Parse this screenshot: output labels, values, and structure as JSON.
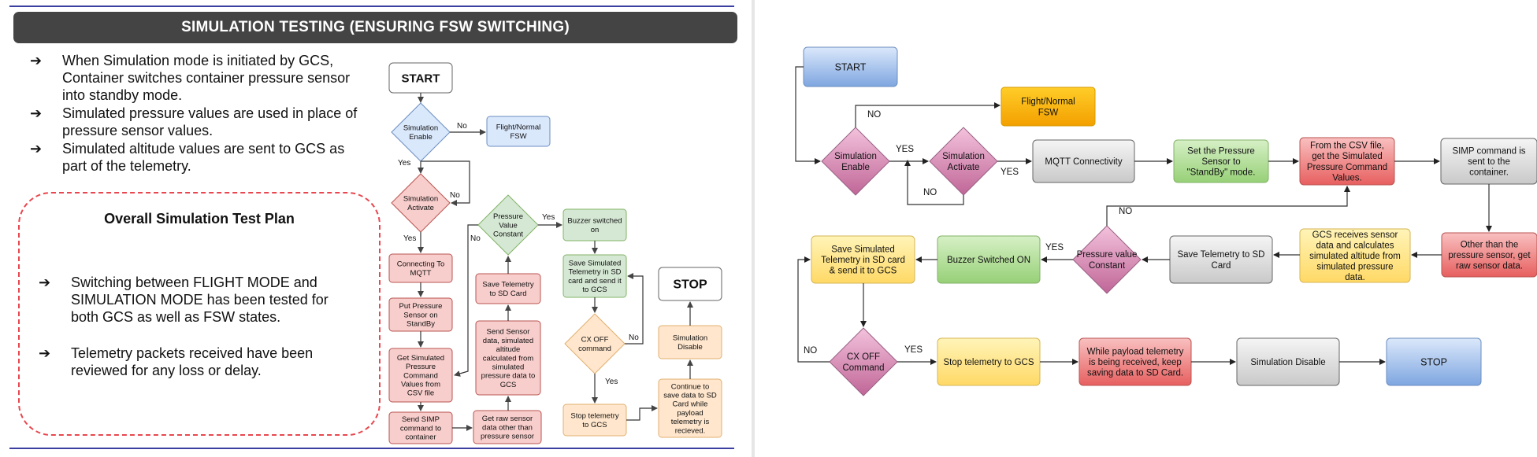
{
  "slide": {
    "title": "SIMULATION TESTING (ENSURING FSW SWITCHING)",
    "bullets": [
      "When Simulation mode is initiated by GCS, Container switches container pressure sensor into standby mode.",
      "Simulated pressure values are used in place of pressure sensor values.",
      "Simulated altitude values are sent to GCS as part of the telemetry."
    ],
    "bullet_lines": [
      [
        "When Simulation mode is initiated by GCS,",
        "Container switches container pressure sensor",
        "into standby mode."
      ],
      [
        "Simulated pressure values are used in place of",
        "pressure sensor values."
      ],
      [
        "Simulated altitude values are sent to GCS as",
        "part of the telemetry."
      ]
    ],
    "arrow_glyph": "➔",
    "plan": {
      "title": "Overall Simulation Test Plan",
      "items": [
        "Switching between FLIGHT MODE and SIMULATION MODE has been tested for both GCS as well as FSW states.",
        "Telemetry packets received have been reviewed for any loss or delay."
      ],
      "item_lines": [
        [
          "Switching between FLIGHT MODE and",
          "SIMULATION MODE has been tested for",
          "both GCS as well as FSW states."
        ],
        [
          "Telemetry packets received have been",
          "reviewed for any loss or delay."
        ]
      ]
    }
  },
  "left_flow": {
    "nodes": {
      "start": "START",
      "sim_enable": "Simulation|Enable",
      "flight_fsw": "Flight/Normal|FSW",
      "sim_activate": "Simulation|Activate",
      "connect_mqtt": "Connecting To|MQTT",
      "put_pressure": "Put Pressure|Sensor on|StandBy",
      "get_sim": "Get Simulated|Pressure|Command|Values from|CSV file",
      "send_simp": "Send SIMP|command to|container",
      "get_raw": "Get raw sensor|data other than|pressure sensor",
      "send_sensor": "Send Sensor|data, simulated|altitude|calculated from|simulated|pressure data to|GCS",
      "save_tel": "Save Telemetry|to SD Card",
      "pressure_const": "Pressure|Value|Constant",
      "buzzer": "Buzzer switched|on",
      "save_sim": "Save Simulated|Telemetry in SD|card and send it|to GCS",
      "cx_off": "CX OFF|command",
      "stop_tel": "Stop telemetry|to GCS",
      "continue": "Continue to|save data to SD|Card while|payload|telemetry is|recieved.",
      "sim_disable": "Simulation|Disable",
      "stop": "STOP"
    },
    "labels": {
      "no": "No",
      "yes": "Yes"
    }
  },
  "right_flow": {
    "nodes": {
      "start": "START",
      "sim_enable": "Simulation|Enable",
      "flight_fsw": "Flight/Normal|FSW",
      "sim_activate": "Simulation|Activate",
      "mqtt": "MQTT Connectivity",
      "set_pressure": "Set the Pressure|Sensor to|\"StandBy\" mode.",
      "csv": "From the CSV file,|get the Simulated|Pressure Command|Values.",
      "simp": "SIMP command is|sent to the|container.",
      "other": "Other than the|pressure sensor, get|raw sensor data.",
      "gcs_receives": "GCS receives sensor|data and calculates|simulated altitude from|simulated pressure|data.",
      "save_tel": "Save Telemetry to SD|Card",
      "pressure_const": "Pressure value|Constant",
      "buzzer": "Buzzer Switched ON",
      "save_sim": "Save Simulated|Telemetry in SD card|& send it to GCS",
      "cx_off": "CX  OFF|Command",
      "stop_tel": "Stop telemetry to GCS",
      "while_payload": "While payload telemetry|is being received, keep|saving data to SD Card.",
      "sim_disable": "Simulation Disable",
      "stop": "STOP"
    },
    "labels": {
      "no": "NO",
      "yes": "YES"
    }
  },
  "colors": {
    "blue_fill": "#dae8fc",
    "blue_stroke": "#6c8ebf",
    "red_fill": "#f8cecc",
    "red_stroke": "#b85450",
    "green_fill": "#d5e8d4",
    "green_stroke": "#82b366",
    "orange_fill": "#ffe6cc",
    "orange_stroke": "#d79b00",
    "magenta_fill": "#d881b0",
    "gold": "#f7a800",
    "yellow_fill": "#fff2a8",
    "gray_fill": "#e0e0e0",
    "red_strong": "#ea5f5f"
  }
}
